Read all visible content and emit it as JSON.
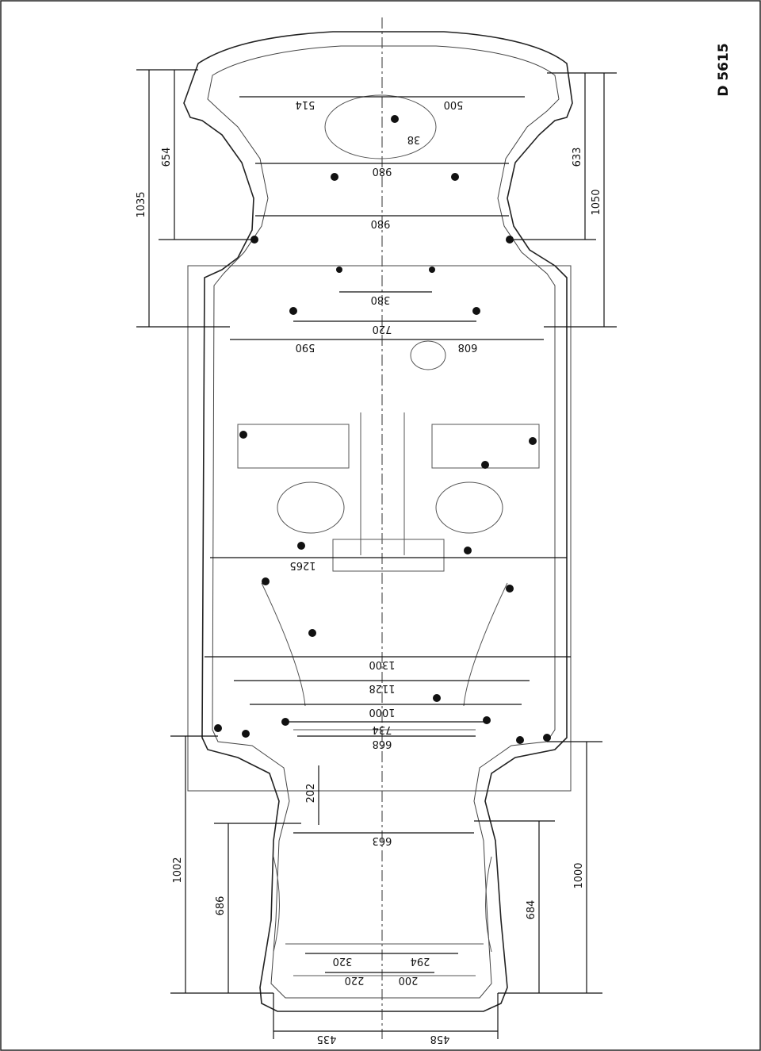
{
  "figure": {
    "code": "D 5615",
    "dimensions": {
      "rear_length_left": "1035",
      "rear_length_inner_left": "654",
      "rear_length_right": "1050",
      "rear_length_inner_right": "633",
      "rear_half_left": "514",
      "rear_half_right": "500",
      "rear_offset": "38",
      "rear_width_upper": "980",
      "rear_width_lower": "980",
      "floor_380": "380",
      "floor_720": "720",
      "floor_590": "590",
      "floor_608": "608",
      "width_1265": "1265",
      "width_1300": "1300",
      "width_1128": "1128",
      "width_1000": "1000",
      "width_734": "734",
      "width_668": "668",
      "front_202": "202",
      "front_663": "663",
      "front_len_left": "1002",
      "front_len_inner_left": "686",
      "front_len_right": "1000",
      "front_len_inner_right": "684",
      "front_320": "320",
      "front_294": "294",
      "front_220": "220",
      "front_200": "200",
      "bottom_left": "435",
      "bottom_right": "458"
    }
  }
}
